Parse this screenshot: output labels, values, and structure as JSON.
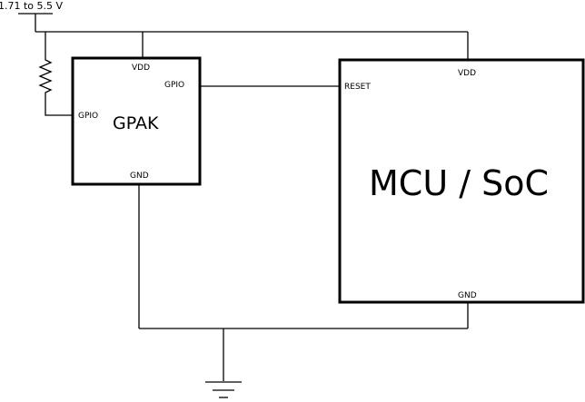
{
  "supply": {
    "label": "1.71 to 5.5 V"
  },
  "gpak": {
    "title": "GPAK",
    "pins": {
      "vdd": "VDD",
      "gpio_out": "GPIO",
      "gpio_in": "GPIO",
      "gnd": "GND"
    }
  },
  "mcu": {
    "title": "MCU / SoC",
    "pins": {
      "vdd": "VDD",
      "reset": "RESET",
      "gnd": "GND"
    }
  },
  "icons": {
    "resistor": "resistor-icon",
    "ground": "ground-icon",
    "supply": "supply-rail-icon"
  }
}
